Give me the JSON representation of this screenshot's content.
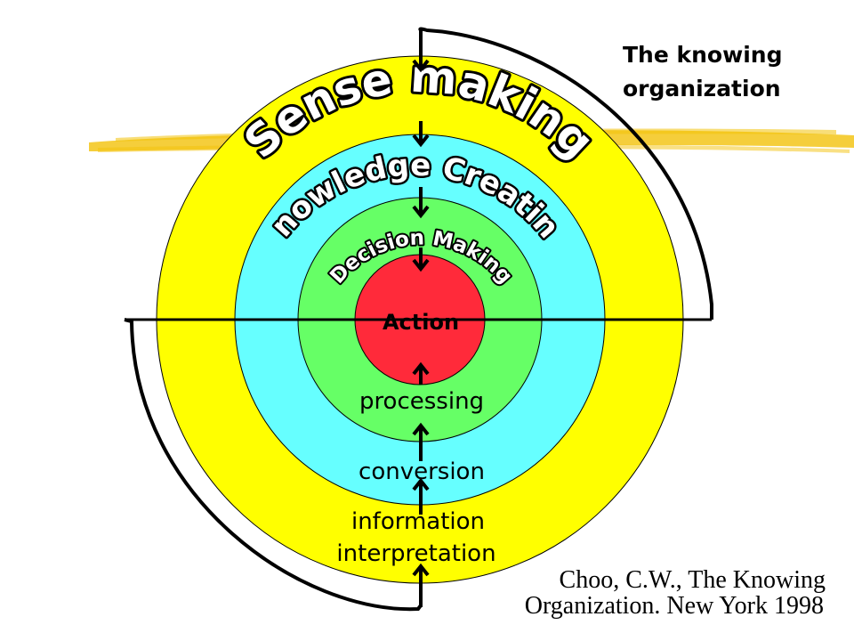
{
  "title": {
    "line1": "The knowing",
    "line2": "organization"
  },
  "rings": {
    "outer_label": "Sense making",
    "middle_label": "Knowledge Creating",
    "inner_label": "Decision Making",
    "core_label": "Action"
  },
  "processes": {
    "inner": "processing",
    "middle": "conversion",
    "outer_line1": "information",
    "outer_line2": "interpretation"
  },
  "citation": {
    "line1": "Choo, C.W., The Knowing",
    "line2": "Organization. New York 1998"
  },
  "colors": {
    "outer": "#ffff00",
    "middle": "#66ffff",
    "inner": "#66ff66",
    "core": "#ff2a3a",
    "brush": "#f3c20a",
    "ink": "#000000"
  }
}
